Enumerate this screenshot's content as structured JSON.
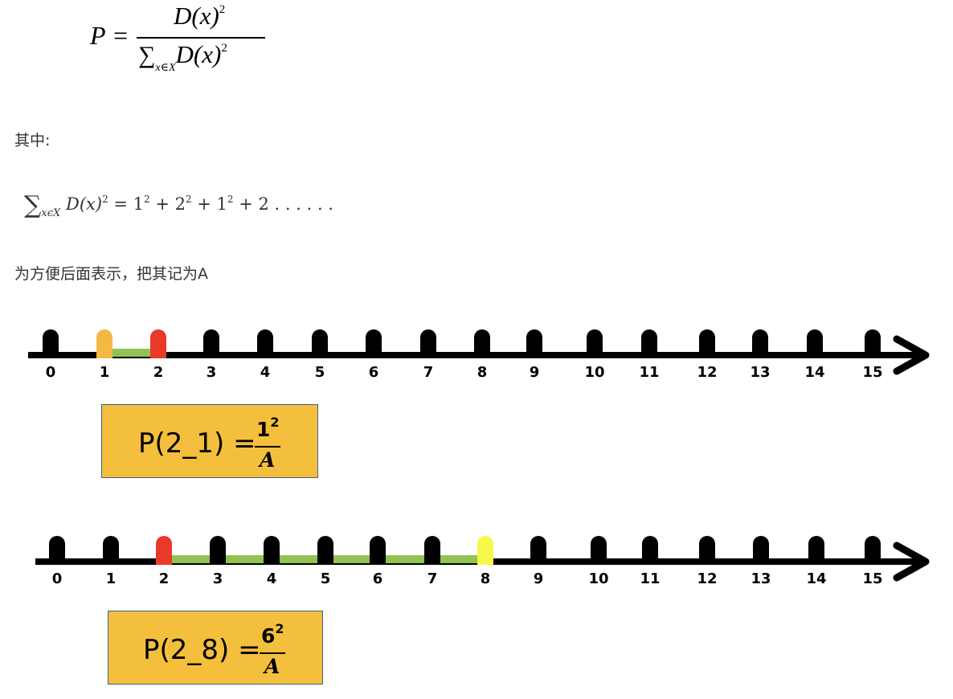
{
  "formula_top": {
    "lhs": "P =",
    "numerator": "D(x)",
    "numerator_exp": "2",
    "denominator_sum": "∑",
    "denominator_sub": "x∈X",
    "denominator": "D(x)",
    "denominator_exp": "2"
  },
  "text_where": "其中:",
  "sum_formula": {
    "sigma": "∑",
    "sub": "xϵX",
    "dx": "D(x)",
    "exp": "2",
    "rhs_a": " = 1",
    "rhs_b": " + 2",
    "rhs_c": " + 1",
    "rhs_d": " + 2 . . . . . ."
  },
  "text_note": "为方便后面表示，把其记为A",
  "colors": {
    "axis": "#000000",
    "orange": "#f4b942",
    "red": "#e8392b",
    "yellow": "#f8f84a",
    "green": "#92c352",
    "box": "#f4bf3c"
  },
  "diagram1": {
    "ticks": [
      "0",
      "1",
      "2",
      "3",
      "4",
      "5",
      "6",
      "7",
      "8",
      "9",
      "10",
      "11",
      "12",
      "13",
      "14",
      "15"
    ],
    "start_marker": "1",
    "end_marker": "2",
    "start_color": "orange",
    "end_color": "red",
    "segment": [
      "1",
      "2"
    ]
  },
  "box1": {
    "label": "P(2_1) =",
    "numerator": "1",
    "num_exp": "2",
    "denominator": "A"
  },
  "diagram2": {
    "ticks": [
      "0",
      "1",
      "2",
      "3",
      "4",
      "5",
      "6",
      "7",
      "8",
      "9",
      "10",
      "11",
      "12",
      "13",
      "14",
      "15"
    ],
    "start_marker": "2",
    "end_marker": "8",
    "start_color": "red",
    "end_color": "yellow",
    "segment": [
      "2",
      "8"
    ]
  },
  "box2": {
    "label": "P(2_8) =",
    "numerator": "6",
    "num_exp": "2",
    "denominator": "A"
  }
}
